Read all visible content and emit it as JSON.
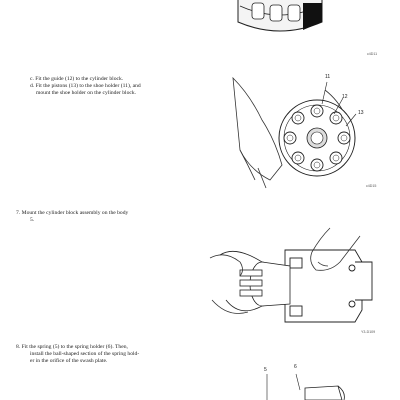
{
  "steps": {
    "step_c": "c. Fit the guide (12) to the cylinder block.",
    "step_d_line1": "d. Fit the pistons (13) to the shoe holder (11), and",
    "step_d_line2": "mount the shoe holder on the cylinder block.",
    "step_7_line1": "7.  Mount the cylinder block assembly on the body",
    "step_7_line2": "5.",
    "step_8_line1": "8.  Fit the spring (5) to the spring holder (6). Then,",
    "step_8_line2": "install the ball-shaped section of the spring hold-",
    "step_8_line3": "er in the orifice of the swash plate."
  },
  "figures": {
    "fig1_code": "c4D11",
    "fig2_code": "c4D15",
    "fig3_code": "Y3-D109",
    "fig2_callouts": [
      "11",
      "12",
      "13"
    ],
    "fig4_callouts": [
      "5",
      "6"
    ]
  }
}
